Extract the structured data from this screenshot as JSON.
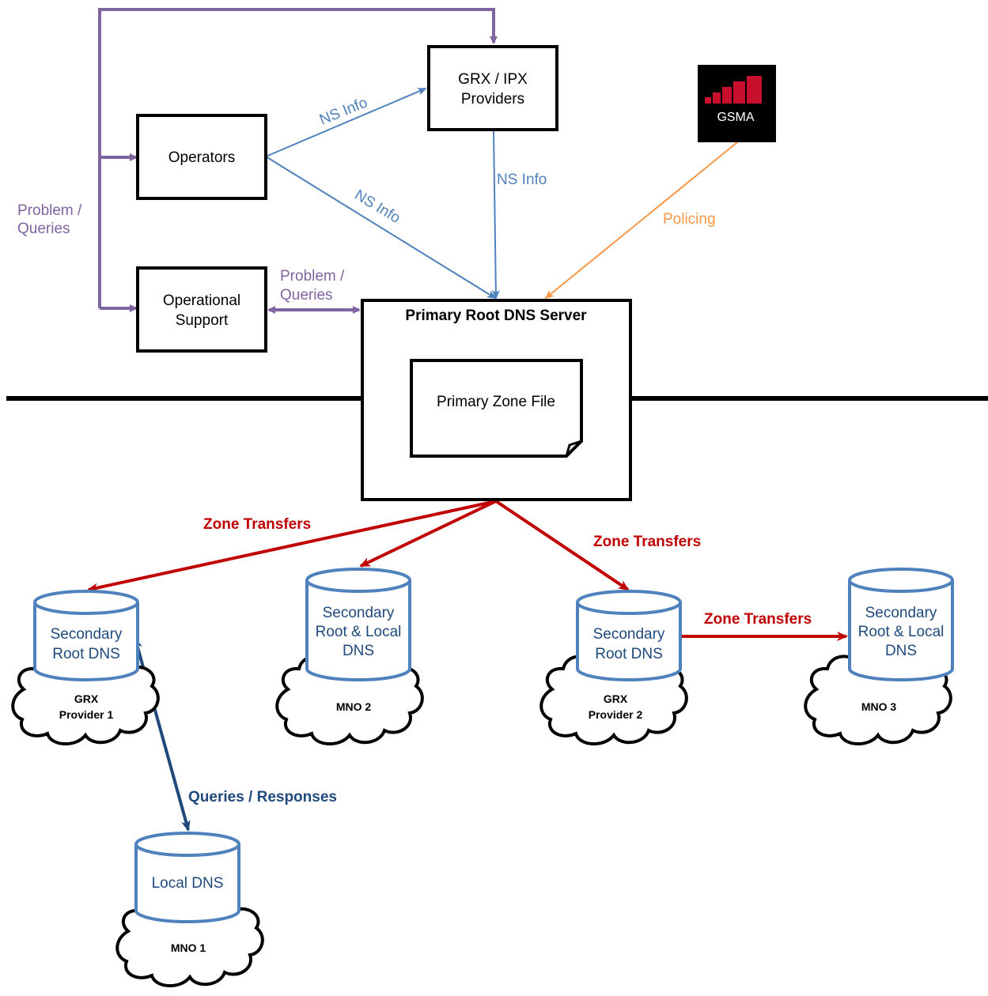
{
  "nodes": {
    "grx_ipx": {
      "line1": "GRX / IPX",
      "line2": "Providers"
    },
    "operators": {
      "label": "Operators"
    },
    "operational_support": {
      "line1": "Operational",
      "line2": "Support"
    },
    "primary_server": {
      "title": "Primary Root DNS Server"
    },
    "primary_zone_file": {
      "label": "Primary Zone File"
    },
    "gsma_logo": {
      "text": "GSMA"
    }
  },
  "edges": {
    "ns_info_ops_to_grx": "NS Info",
    "ns_info_ops_to_primary": "NS Info",
    "ns_info_grx_to_primary": "NS Info",
    "policing": "Policing",
    "problem_queries_left": {
      "line1": "Problem /",
      "line2": "Queries"
    },
    "problem_queries_mid": {
      "line1": "Problem /",
      "line2": "Queries"
    },
    "zone_transfers_1": "Zone Transfers",
    "zone_transfers_2": "Zone Transfers",
    "zone_transfers_3": "Zone Transfers",
    "queries_responses": "Queries / Responses"
  },
  "databases": {
    "grx1": {
      "line1": "Secondary",
      "line2": "Root DNS",
      "cloud_line1": "GRX",
      "cloud_line2": "Provider 1"
    },
    "mno2": {
      "line1": "Secondary",
      "line2": "Root & Local",
      "line3": "DNS",
      "cloud": "MNO 2"
    },
    "grx2": {
      "line1": "Secondary",
      "line2": "Root DNS",
      "cloud_line1": "GRX",
      "cloud_line2": "Provider 2"
    },
    "mno3": {
      "line1": "Secondary",
      "line2": "Root & Local",
      "line3": "DNS",
      "cloud": "MNO 3"
    },
    "mno1": {
      "line1": "Local DNS",
      "cloud": "MNO 1"
    }
  },
  "colors": {
    "purple": "#8064a2",
    "blue": "#4f81bd",
    "orange": "#f79646",
    "red": "#c00000",
    "navy": "#1f497d",
    "db_stroke": "#4f81bd"
  }
}
